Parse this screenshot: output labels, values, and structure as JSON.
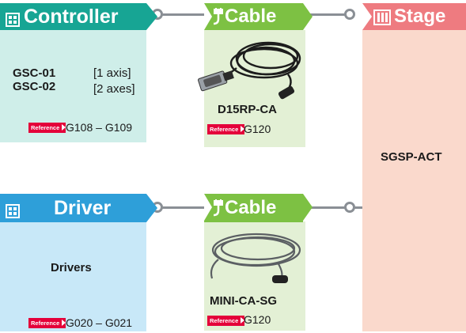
{
  "controller": {
    "header": "Controller",
    "models": [
      {
        "name": "GSC-01",
        "axes": "[1 axis]"
      },
      {
        "name": "GSC-02",
        "axes": "[2 axes]"
      }
    ],
    "reference_badge": "Reference",
    "reference_pages": "G108 – G109"
  },
  "driver": {
    "header": "Driver",
    "label": "Drivers",
    "reference_badge": "Reference",
    "reference_pages": "G020 – G021"
  },
  "cable_top": {
    "header": "Cable",
    "model": "D15RP-CA",
    "reference_badge": "Reference",
    "reference_pages": "G120"
  },
  "cable_bottom": {
    "header": "Cable",
    "model": "MINI-CA-SG",
    "reference_badge": "Reference",
    "reference_pages": "G120"
  },
  "stage": {
    "header": "Stage",
    "model": "SGSP-ACT"
  },
  "colors": {
    "controller": "#17a594",
    "driver": "#2e9fd9",
    "cable": "#7dc143",
    "stage": "#ee7b80",
    "reference": "#e4003a",
    "connector": "#8a8f95"
  },
  "icons": {
    "controller": "grid-icon",
    "driver": "grid-icon",
    "cable": "cable-plug-icon",
    "stage": "stage-icon"
  }
}
